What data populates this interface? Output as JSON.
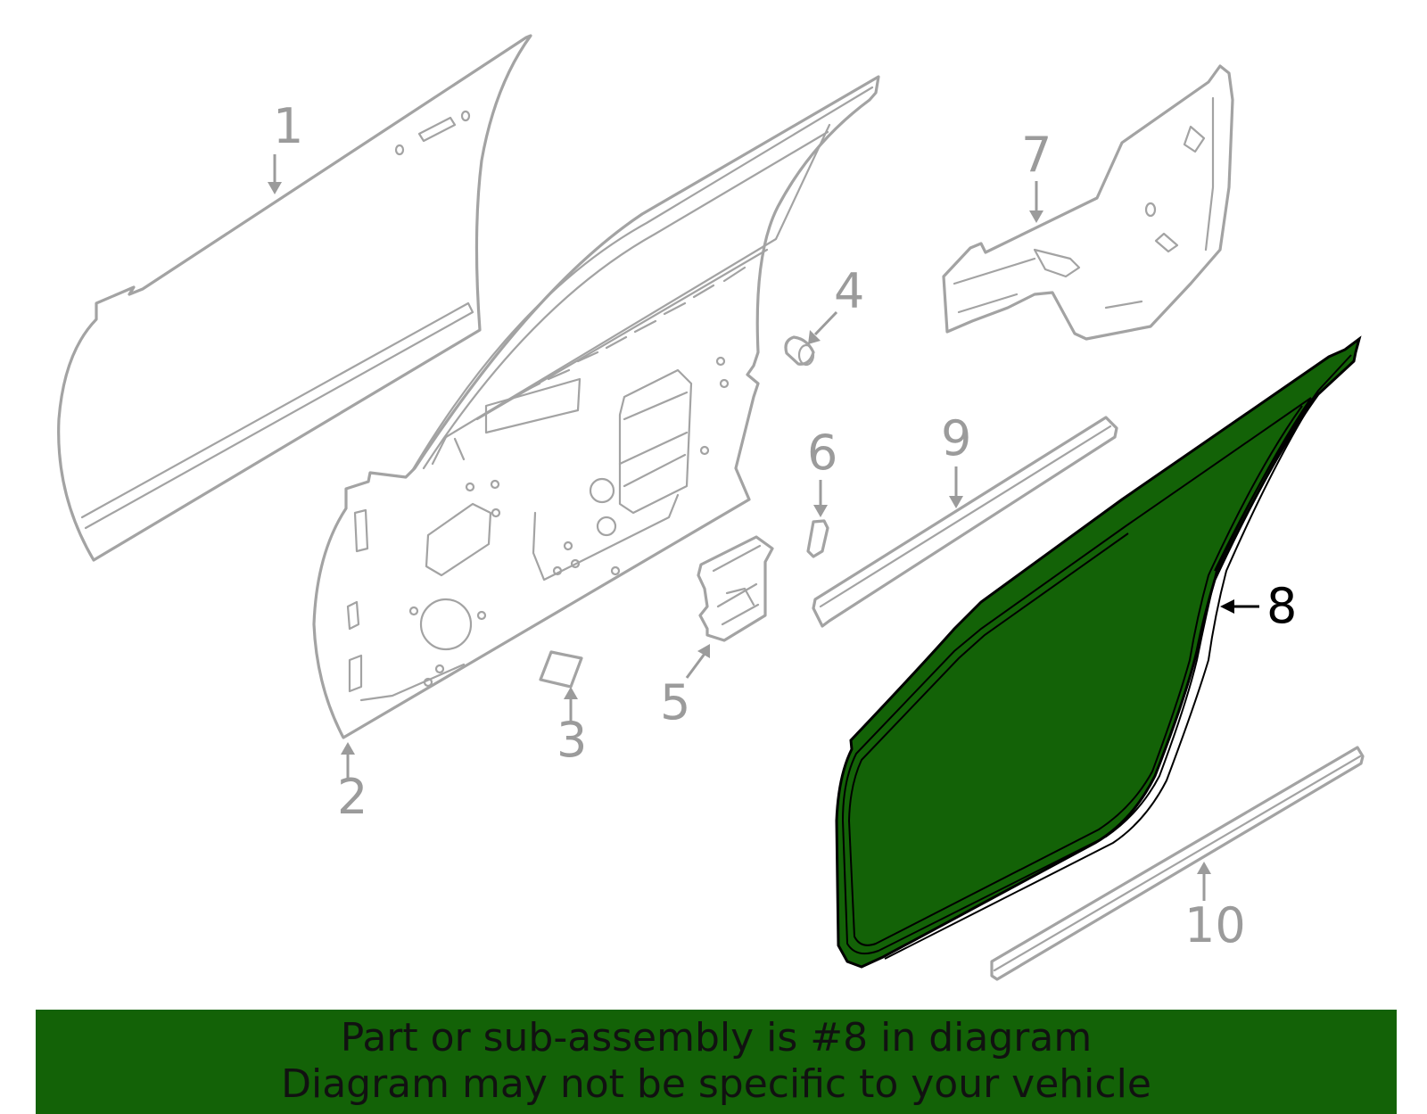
{
  "colors": {
    "highlight": "#136207",
    "part_outline": "#a3a3a3",
    "callout_gray": "#9b9b9b",
    "banner_bg": "#136207",
    "banner_text": "#111111"
  },
  "diagram": {
    "highlighted_part": "8",
    "callouts": [
      {
        "id": "1",
        "label": "1",
        "part": "door-shell",
        "highlighted": false
      },
      {
        "id": "2",
        "label": "2",
        "part": "plug",
        "highlighted": false
      },
      {
        "id": "3",
        "label": "3",
        "part": "bushing",
        "highlighted": false
      },
      {
        "id": "4",
        "label": "4",
        "part": "bracket",
        "highlighted": false
      },
      {
        "id": "5",
        "label": "5",
        "part": "clip",
        "highlighted": false
      },
      {
        "id": "6",
        "label": "6",
        "part": "reinforcement-panel",
        "highlighted": false
      },
      {
        "id": "7",
        "label": "7",
        "part": "outer-skin",
        "highlighted": false
      },
      {
        "id": "8",
        "label": "8",
        "part": "weatherstrip",
        "highlighted": true
      },
      {
        "id": "9",
        "label": "9",
        "part": "belt-molding-upper",
        "highlighted": false
      },
      {
        "id": "10",
        "label": "10",
        "part": "belt-molding-lower",
        "highlighted": false
      }
    ]
  },
  "banner": {
    "line1": "Part or sub-assembly is #8 in diagram",
    "line2": "Diagram may not be specific to your vehicle"
  }
}
